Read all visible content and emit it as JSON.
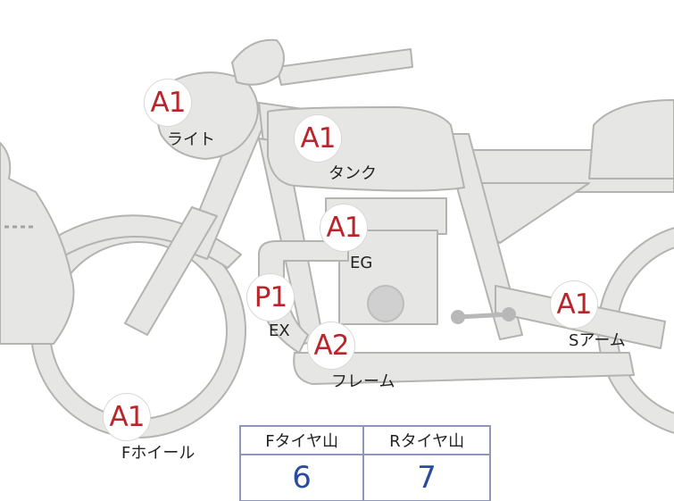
{
  "parts": [
    {
      "id": "light",
      "grade": "A1",
      "label": "ライト"
    },
    {
      "id": "tank",
      "grade": "A1",
      "label": "タンク"
    },
    {
      "id": "engine",
      "grade": "A1",
      "label": "EG"
    },
    {
      "id": "exhaust",
      "grade": "P1",
      "label": "EX"
    },
    {
      "id": "frame",
      "grade": "A2",
      "label": "フレーム"
    },
    {
      "id": "swingarm",
      "grade": "A1",
      "label": "Sアーム"
    },
    {
      "id": "front-wheel",
      "grade": "A1",
      "label": "Fホイール"
    }
  ],
  "tire_table": {
    "headers": [
      "Fタイヤ山",
      "Rタイヤ山"
    ],
    "values": [
      "6",
      "7"
    ]
  },
  "colors": {
    "body_fill": "#e6e6e4",
    "body_stroke": "#b3b3b0",
    "grade_text": "#b8262b",
    "value_text": "#2b4aa0",
    "table_border": "#8f97b8"
  }
}
